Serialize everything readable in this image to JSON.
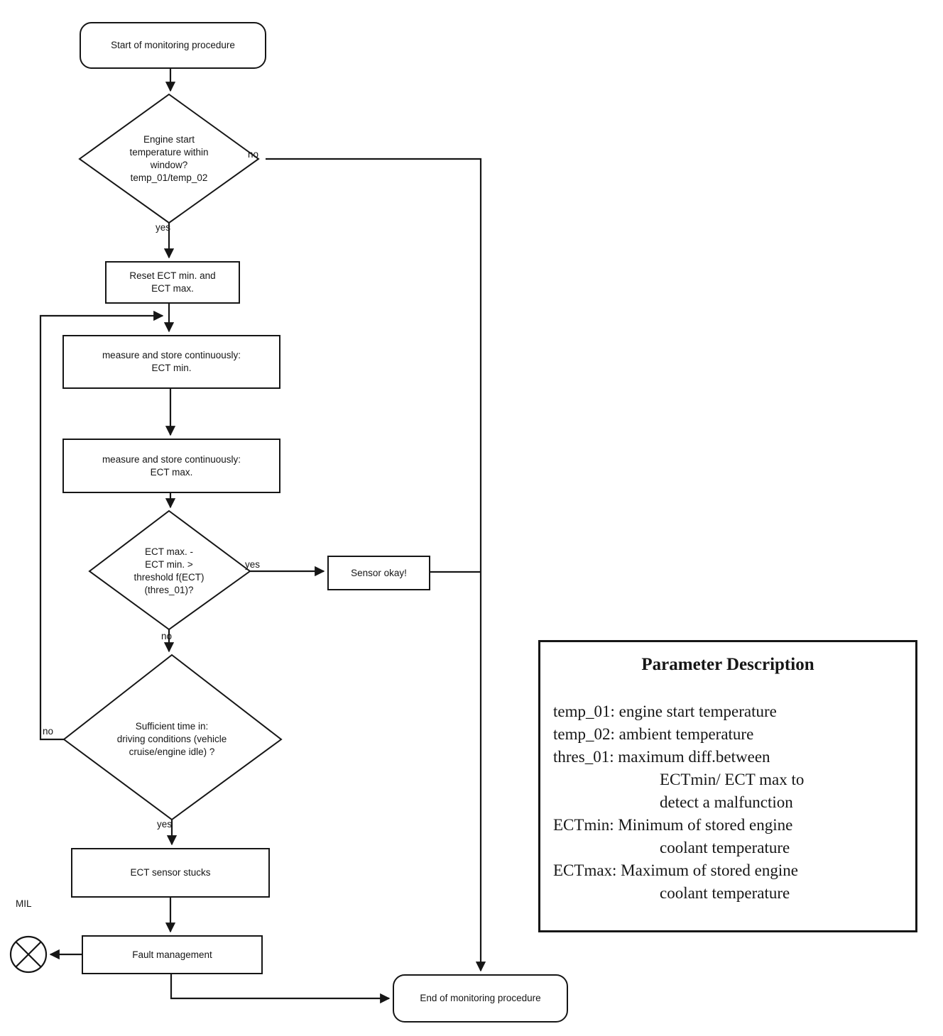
{
  "diagram": {
    "title": "ECT sensor monitoring procedure flowchart",
    "colors": {
      "ink": "#161616",
      "background": "#ffffff"
    },
    "nodes": {
      "start": {
        "label": "Start of monitoring procedure"
      },
      "d1": {
        "label": "Engine start\ntemperature within\nwindow?\ntemp_01/temp_02"
      },
      "reset": {
        "label": "Reset ECT min. and\nECT max."
      },
      "measure_min": {
        "label": "measure and store continuously:\nECT min."
      },
      "measure_max": {
        "label": "measure and store continuously:\nECT max."
      },
      "d2": {
        "label": "ECT max. -\nECT min. >\nthreshold f(ECT)\n(thres_01)?"
      },
      "sensor_okay": {
        "label": "Sensor okay!"
      },
      "d3": {
        "label": "Sufficient time in:\ndriving conditions (vehicle\ncruise/engine idle) ?"
      },
      "sensor_stuck": {
        "label": "ECT sensor stucks"
      },
      "fault": {
        "label": "Fault management"
      },
      "end": {
        "label": "End of monitoring procedure"
      },
      "mil": {
        "label": "MIL"
      }
    },
    "edge_labels": {
      "d1_no": "no",
      "d1_yes": "yes",
      "d2_yes": "yes",
      "d2_no": "no",
      "d3_no": "no",
      "d3_yes": "yes"
    },
    "legend": {
      "title": "Parameter Description",
      "lines": [
        {
          "text": "temp_01: engine start temperature"
        },
        {
          "text": "temp_02: ambient temperature"
        },
        {
          "text": "thres_01: maximum diff.between"
        },
        {
          "text": "ECTmin/ ECT max to"
        },
        {
          "text": "detect a malfunction"
        },
        {
          "text": "ECTmin: Minimum of stored engine"
        },
        {
          "text": "coolant temperature"
        },
        {
          "text": "ECTmax: Maximum of stored engine"
        },
        {
          "text": "coolant temperature"
        }
      ]
    }
  }
}
